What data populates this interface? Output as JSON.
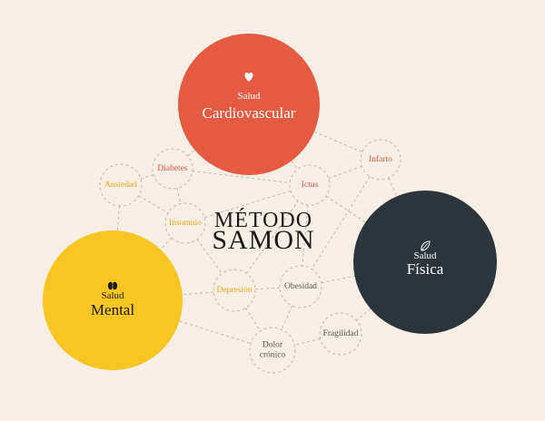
{
  "title": {
    "line1": "MÉTODO",
    "line2": "SAMON"
  },
  "colors": {
    "background": "#f7efe6",
    "cardiovascular": "#e55a42",
    "fisica": "#2b353b",
    "mental": "#f7c623",
    "red_text": "#d9553f",
    "yellow_text": "#e8a817",
    "gray_text": "#555555",
    "link": "#b9b3ad"
  },
  "main_nodes": [
    {
      "id": "cardiovascular",
      "sub": "Salud",
      "main": "Cardiovascular",
      "icon": "heart-icon"
    },
    {
      "id": "fisica",
      "sub": "Salud",
      "main": "Física",
      "icon": "leaf-icon"
    },
    {
      "id": "mental",
      "sub": "Salud",
      "main": "Mental",
      "icon": "brain-icon"
    }
  ],
  "conditions": [
    {
      "id": "diabetes",
      "label": [
        "Diabetes"
      ],
      "color": "red"
    },
    {
      "id": "ictus",
      "label": [
        "Ictus"
      ],
      "color": "red"
    },
    {
      "id": "infarto",
      "label": [
        "Infarto"
      ],
      "color": "red"
    },
    {
      "id": "ansiedad",
      "label": [
        "Ansiedad"
      ],
      "color": "yellow"
    },
    {
      "id": "insomnio",
      "label": [
        "Insomnio"
      ],
      "color": "yellow"
    },
    {
      "id": "depresion",
      "label": [
        "Depresión"
      ],
      "color": "yellow"
    },
    {
      "id": "obesidad",
      "label": [
        "Obesidad"
      ],
      "color": "gray"
    },
    {
      "id": "fragilidad",
      "label": [
        "Fragilidad"
      ],
      "color": "gray"
    },
    {
      "id": "dolor",
      "label": [
        "Dolor",
        "crónico"
      ],
      "color": "gray"
    }
  ]
}
